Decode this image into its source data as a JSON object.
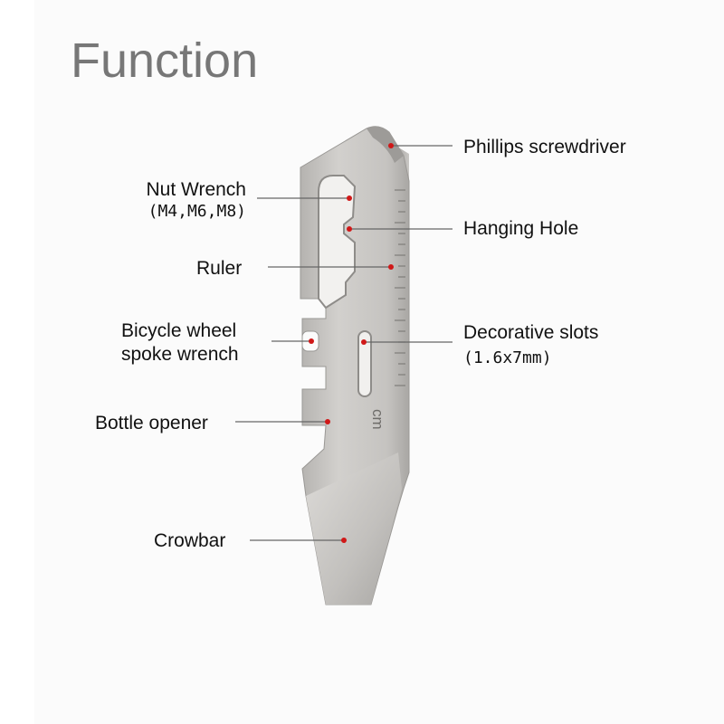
{
  "title": "Function",
  "colors": {
    "leader": "#666666",
    "dot": "#d01818",
    "metal": "#c7c5c2",
    "title": "#777777"
  },
  "tool": {
    "ruler_unit": "cm"
  },
  "labels": {
    "phillips": "Phillips screwdriver",
    "nut_wrench": "Nut Wrench",
    "nut_sizes": "(M4,M6,M8)",
    "hanging_hole": "Hanging Hole",
    "ruler": "Ruler",
    "slots": "Decorative slots",
    "slots_size": "(1.6x7mm)",
    "spoke_line1": "Bicycle wheel",
    "spoke_line2": "spoke wrench",
    "bottle": "Bottle opener",
    "crowbar": "Crowbar"
  }
}
